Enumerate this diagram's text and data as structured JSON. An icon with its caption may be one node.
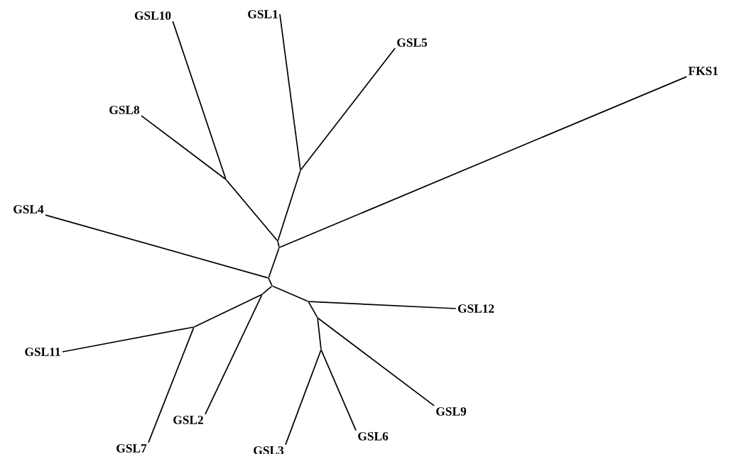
{
  "diagram": {
    "nodes": [
      {
        "text": [
          "GSL10"
        ]
      },
      {
        "text": [
          "GSL1"
        ]
      },
      {
        "text": [
          "GSL5"
        ]
      },
      {
        "text": [
          "FKS1"
        ]
      },
      {
        "text": [
          "GSL8"
        ]
      },
      {
        "text": [
          "GSL4"
        ]
      },
      {
        "text": [
          "GSL12"
        ]
      },
      {
        "text": [
          "GSL11"
        ]
      },
      {
        "text": [
          "GSL9"
        ]
      },
      {
        "text": [
          "GSL2"
        ]
      },
      {
        "text": [
          "GSL6"
        ]
      },
      {
        "text": [
          "GSL7"
        ]
      },
      {
        "text": [
          "GSL3"
        ]
      },
      {
        "text": [],
        "shape": "point"
      },
      {
        "text": [],
        "shape": "point"
      },
      {
        "text": [],
        "shape": "point"
      },
      {
        "text": [],
        "shape": "point"
      },
      {
        "text": [],
        "shape": "point"
      },
      {
        "text": [],
        "shape": "point"
      },
      {
        "text": [],
        "shape": "point"
      },
      {
        "text": [],
        "shape": "point"
      },
      {
        "text": [],
        "shape": "point"
      },
      {
        "text": [],
        "shape": "point"
      },
      {
        "text": [],
        "shape": "point"
      }
    ],
    "edges": [
      {
        "from": 13,
        "to": 1,
        "arrow": "none"
      },
      {
        "from": 13,
        "to": 2,
        "arrow": "none"
      },
      {
        "from": 14,
        "to": 0,
        "arrow": "none"
      },
      {
        "from": 14,
        "to": 4,
        "arrow": "none"
      },
      {
        "from": 15,
        "to": 13,
        "arrow": "none"
      },
      {
        "from": 15,
        "to": 14,
        "arrow": "none"
      },
      {
        "from": 15,
        "to": 16,
        "arrow": "none"
      },
      {
        "from": 16,
        "to": 3,
        "arrow": "none"
      },
      {
        "from": 16,
        "to": 17,
        "arrow": "none"
      },
      {
        "from": 17,
        "to": 5,
        "arrow": "none"
      },
      {
        "from": 17,
        "to": 18,
        "arrow": "none"
      },
      {
        "from": 18,
        "to": 19,
        "arrow": "none"
      },
      {
        "from": 19,
        "to": 20,
        "arrow": "none"
      },
      {
        "from": 19,
        "to": 9,
        "arrow": "none"
      },
      {
        "from": 20,
        "to": 7,
        "arrow": "none"
      },
      {
        "from": 20,
        "to": 11,
        "arrow": "none"
      },
      {
        "from": 18,
        "to": 21,
        "arrow": "none"
      },
      {
        "from": 21,
        "to": 6,
        "arrow": "none"
      },
      {
        "from": 21,
        "to": 22,
        "arrow": "none"
      },
      {
        "from": 22,
        "to": 8,
        "arrow": "none"
      },
      {
        "from": 22,
        "to": 23,
        "arrow": "none"
      },
      {
        "from": 23,
        "to": 10,
        "arrow": "none"
      },
      {
        "from": 23,
        "to": 12,
        "arrow": "none"
      }
    ]
  }
}
